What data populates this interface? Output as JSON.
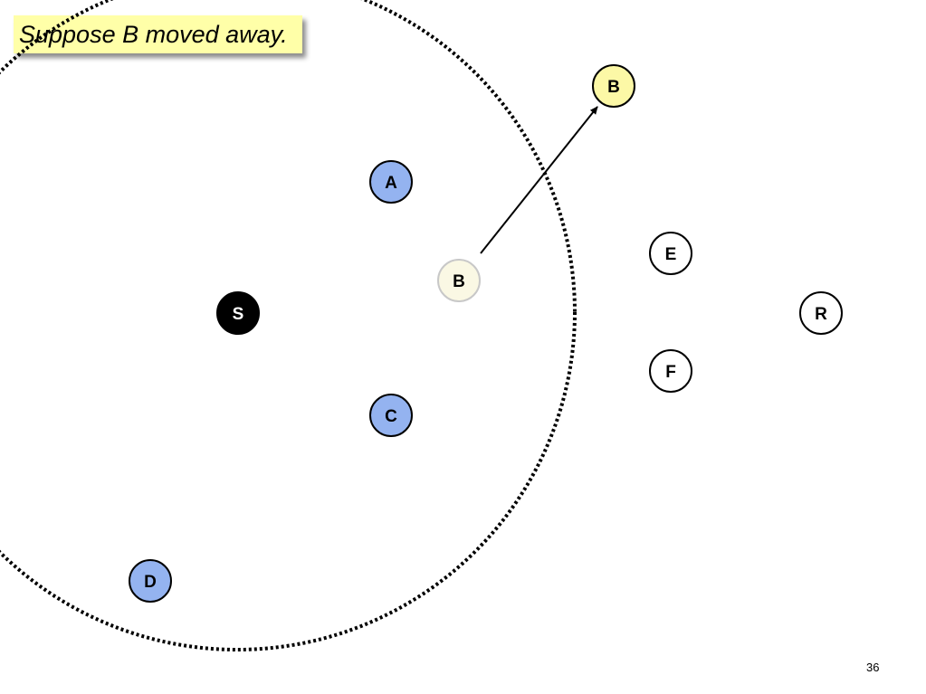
{
  "slide": {
    "callout_text": "Suppose B moved away.",
    "page_number": "36"
  },
  "colors": {
    "blue_node": "#94b3f0",
    "yellow_node": "#fcf8a6",
    "faded_node": "#faf8e4",
    "source_node": "#000000",
    "outline": "#000000",
    "faded_outline": "#c8c8c8",
    "callout_bg": "#ffffa8"
  },
  "nodes": {
    "source": {
      "label": "S"
    },
    "a": {
      "label": "A"
    },
    "b_old": {
      "label": "B"
    },
    "b_new": {
      "label": "B"
    },
    "c": {
      "label": "C"
    },
    "d": {
      "label": "D"
    },
    "e": {
      "label": "E"
    },
    "f": {
      "label": "F"
    },
    "r": {
      "label": "R"
    }
  }
}
